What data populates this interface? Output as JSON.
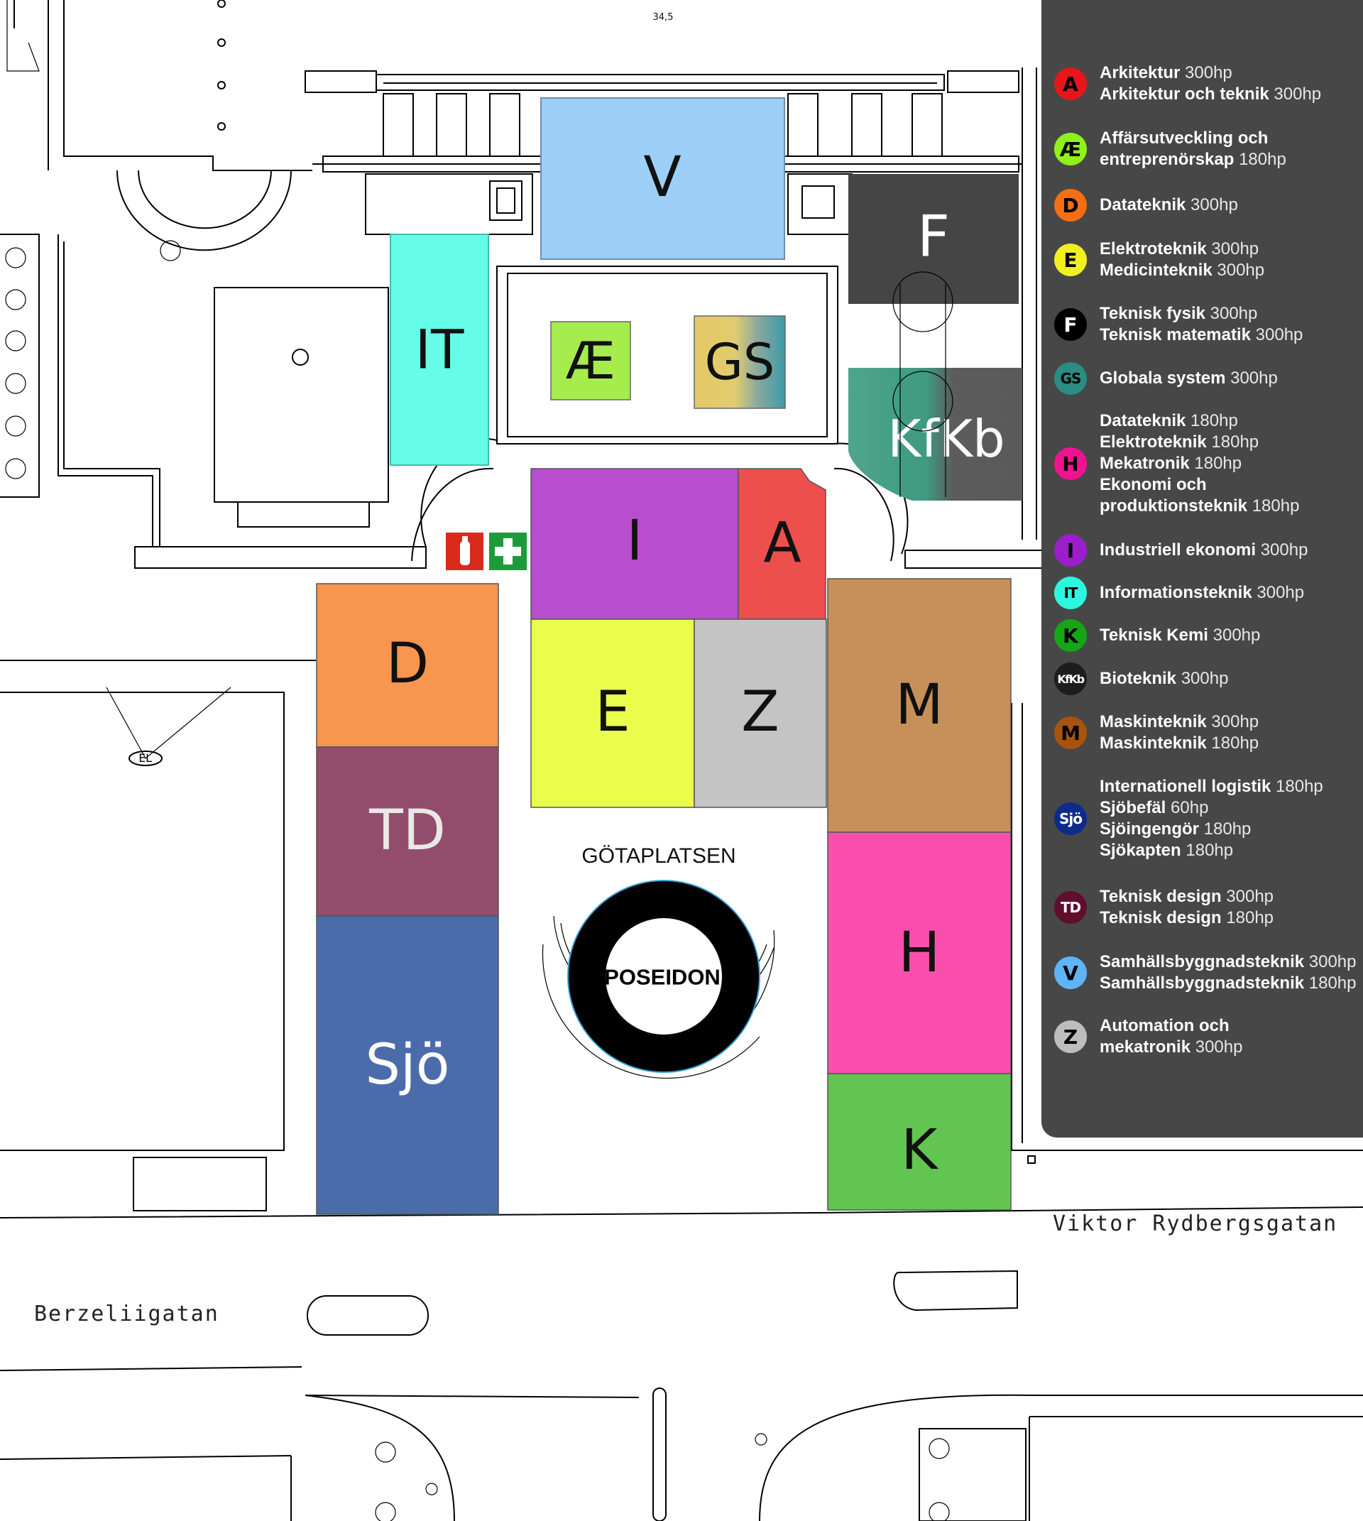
{
  "map": {
    "square_name": "GÖTAPLATSEN",
    "statue_name": "POSEIDON",
    "elevation_label": "34,5",
    "streets": {
      "berzelii": "Berzeliigatan",
      "rydberg": "Viktor Rydbergsgatan"
    },
    "zones": [
      {
        "code": "V",
        "color": "#9dcff8"
      },
      {
        "code": "IT",
        "color": "#66fde8"
      },
      {
        "code": "Æ",
        "color": "#a5ec4c"
      },
      {
        "code": "GS",
        "color": "#e6c866"
      },
      {
        "code": "F",
        "color": "#454545"
      },
      {
        "code": "KfKb",
        "color": "#4ea58c"
      },
      {
        "code": "I",
        "color": "#b94dcf"
      },
      {
        "code": "A",
        "color": "#ed4f4d"
      },
      {
        "code": "E",
        "color": "#ebfd4b"
      },
      {
        "code": "Z",
        "color": "#c4c4c4"
      },
      {
        "code": "D",
        "color": "#f89650"
      },
      {
        "code": "TD",
        "color": "#934d6c"
      },
      {
        "code": "Sjö",
        "color": "#4b6cab"
      },
      {
        "code": "M",
        "color": "#c7905a"
      },
      {
        "code": "H",
        "color": "#fb4fae"
      },
      {
        "code": "K",
        "color": "#63c551"
      }
    ]
  },
  "legend": [
    {
      "code": "A",
      "badge_color": "#e8151b",
      "text_color": "#000000",
      "lines": [
        {
          "prog": "Arkitektur",
          "hp": "300hp"
        },
        {
          "prog": "Arkitektur och teknik",
          "hp": "300hp"
        }
      ]
    },
    {
      "code": "Æ",
      "badge_color": "#8ef21a",
      "text_color": "#000000",
      "lines": [
        {
          "prog": "Affärsutveckling och",
          "hp": ""
        },
        {
          "prog": "entreprenörskap",
          "hp": "180hp"
        }
      ]
    },
    {
      "code": "D",
      "badge_color": "#f56e12",
      "text_color": "#000000",
      "lines": [
        {
          "prog": "Datateknik",
          "hp": "300hp"
        }
      ]
    },
    {
      "code": "E",
      "badge_color": "#f0f01e",
      "text_color": "#000000",
      "lines": [
        {
          "prog": "Elektroteknik",
          "hp": "300hp"
        },
        {
          "prog": "Medicinteknik",
          "hp": "300hp"
        }
      ]
    },
    {
      "code": "F",
      "badge_color": "#000000",
      "text_color": "#ffffff",
      "lines": [
        {
          "prog": "Teknisk fysik",
          "hp": "300hp"
        },
        {
          "prog": "Teknisk matematik",
          "hp": "300hp"
        }
      ]
    },
    {
      "code": "GS",
      "badge_color": "#2b8c84",
      "text_color": "#000000",
      "lines": [
        {
          "prog": "Globala system",
          "hp": "300hp"
        }
      ]
    },
    {
      "code": "H",
      "badge_color": "#f2128f",
      "text_color": "#000000",
      "lines": [
        {
          "prog": "Datateknik",
          "hp": "180hp"
        },
        {
          "prog": "Elektroteknik",
          "hp": "180hp"
        },
        {
          "prog": "Mekatronik",
          "hp": "180hp"
        },
        {
          "prog": "Ekonomi och",
          "hp": ""
        },
        {
          "prog": "produktionsteknik",
          "hp": "180hp"
        }
      ]
    },
    {
      "code": "I",
      "badge_color": "#9a1ec9",
      "text_color": "#000000",
      "lines": [
        {
          "prog": "Industriell ekonomi",
          "hp": "300hp"
        }
      ]
    },
    {
      "code": "IT",
      "badge_color": "#2ef7e0",
      "text_color": "#000000",
      "lines": [
        {
          "prog": "Informationsteknik",
          "hp": "300hp"
        }
      ]
    },
    {
      "code": "K",
      "badge_color": "#16a516",
      "text_color": "#000000",
      "lines": [
        {
          "prog": "Teknisk Kemi",
          "hp": "300hp"
        }
      ]
    },
    {
      "code": "KfKb",
      "badge_color": "#1d1d1d",
      "text_color": "#ffffff",
      "lines": [
        {
          "prog": "Bioteknik",
          "hp": "300hp"
        }
      ]
    },
    {
      "code": "M",
      "badge_color": "#a8540f",
      "text_color": "#000000",
      "lines": [
        {
          "prog": "Maskinteknik",
          "hp": "300hp"
        },
        {
          "prog": "Maskinteknik",
          "hp": "180hp"
        }
      ]
    },
    {
      "code": "Sjö",
      "badge_color": "#0d2b8a",
      "text_color": "#ffffff",
      "lines": [
        {
          "prog": "Internationell logistik",
          "hp": "180hp"
        },
        {
          "prog": "Sjöbefäl",
          "hp": "60hp"
        },
        {
          "prog": "Sjöingengör",
          "hp": "180hp"
        },
        {
          "prog": "Sjökapten",
          "hp": "180hp"
        }
      ]
    },
    {
      "code": "TD",
      "badge_color": "#5e0f2c",
      "text_color": "#ffffff",
      "lines": [
        {
          "prog": "Teknisk design",
          "hp": "300hp"
        },
        {
          "prog": "Teknisk design",
          "hp": "180hp"
        }
      ]
    },
    {
      "code": "V",
      "badge_color": "#5db4f7",
      "text_color": "#000000",
      "lines": [
        {
          "prog": "Samhällsbyggnadsteknik",
          "hp": "300hp"
        },
        {
          "prog": "Samhällsbyggnadsteknik",
          "hp": "180hp"
        }
      ]
    },
    {
      "code": "Z",
      "badge_color": "#bdbdbd",
      "text_color": "#000000",
      "lines": [
        {
          "prog": "Automation och",
          "hp": ""
        },
        {
          "prog": "mekatronik",
          "hp": "300hp"
        }
      ]
    }
  ]
}
